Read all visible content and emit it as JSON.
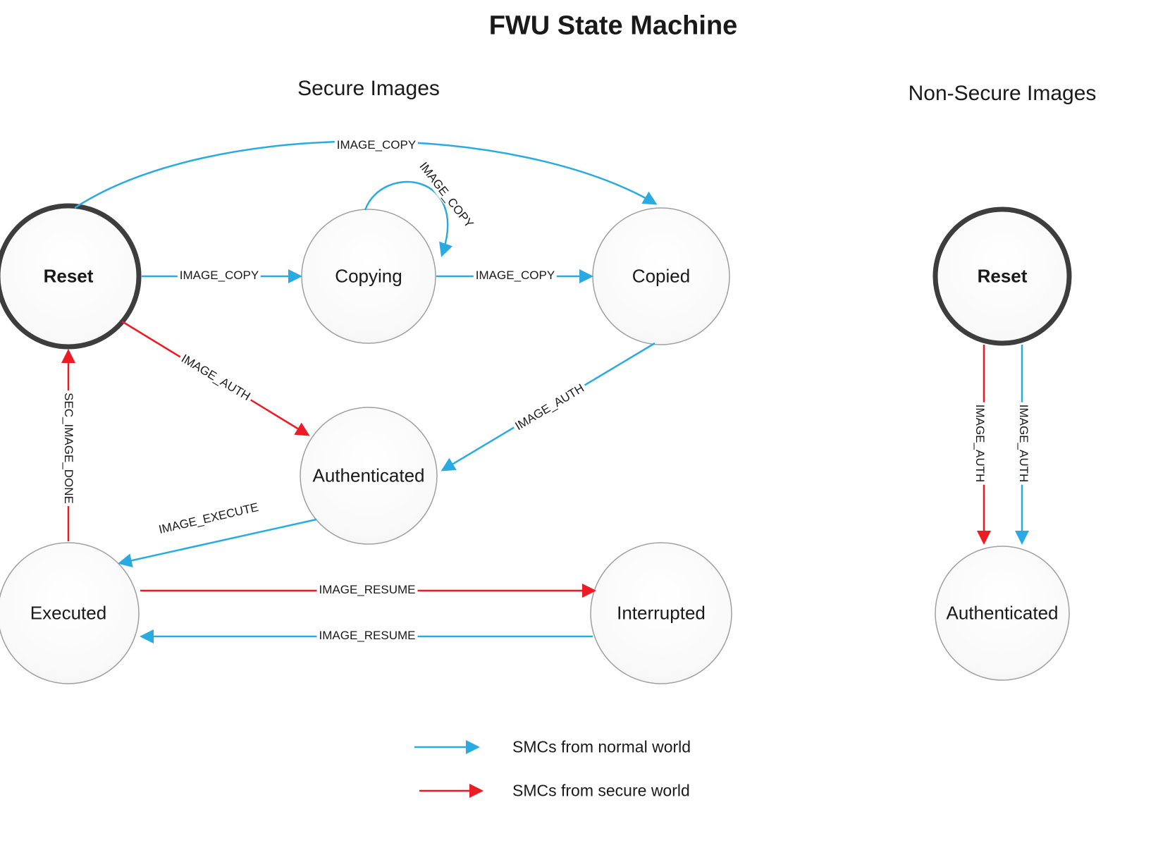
{
  "title": "FWU State Machine",
  "sections": {
    "secure": "Secure Images",
    "non_secure": "Non-Secure Images"
  },
  "colors": {
    "blue": "#29ABE2",
    "red": "#ED1C24",
    "node_border": "#A0A0A0",
    "reset_border": "#3D3D3D"
  },
  "nodes": {
    "reset_secure": "Reset",
    "copying": "Copying",
    "copied": "Copied",
    "authenticated_secure": "Authenticated",
    "executed": "Executed",
    "interrupted": "Interrupted",
    "reset_ns": "Reset",
    "authenticated_ns": "Authenticated"
  },
  "edges": {
    "reset_copied": "IMAGE_COPY",
    "copying_self": "IMAGE_COPY",
    "reset_copying": "IMAGE_COPY",
    "copying_copied": "IMAGE_COPY",
    "reset_auth": "IMAGE_AUTH",
    "copied_auth": "IMAGE_AUTH",
    "auth_executed": "IMAGE_EXECUTE",
    "executed_reset": "SEC_IMAGE_DONE",
    "executed_interrupted": "IMAGE_RESUME",
    "interrupted_executed": "IMAGE_RESUME",
    "ns_reset_auth_red": "IMAGE_AUTH",
    "ns_reset_auth_blue": "IMAGE_AUTH"
  },
  "legend": [
    {
      "label": "SMCs from normal world",
      "color": "blue"
    },
    {
      "label": "SMCs from secure world",
      "color": "red"
    }
  ]
}
